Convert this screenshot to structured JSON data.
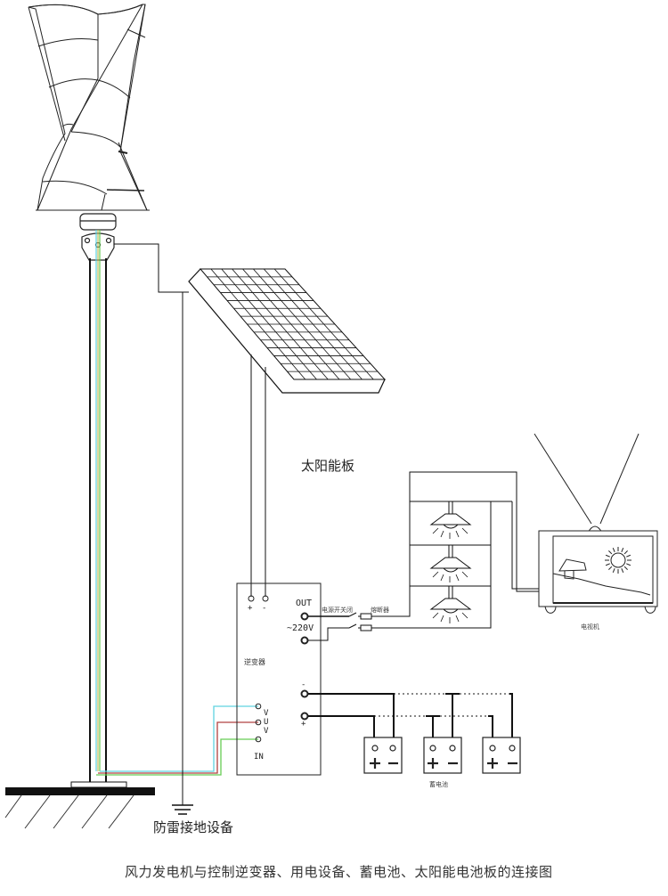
{
  "diagram": {
    "title": "风力发电机与控制逆变器、用电设备、蓄电池、太阳能电池板的连接图",
    "components": {
      "wind_turbine": {
        "type": "vertical-axis helical wind turbine on pole"
      },
      "solar_panel": {
        "label": "太阳能板"
      },
      "inverter": {
        "label": "逆变器",
        "out_label": "OUT",
        "voltage_label": "~220V",
        "in_label": "IN",
        "in_terminals": [
          "V",
          "U",
          "V"
        ],
        "solar_terminals": [
          "+",
          "-"
        ],
        "battery_terminals": [
          "-",
          "+"
        ]
      },
      "switch": {
        "label": "电源开关闭"
      },
      "fuse": {
        "label": "熔断器"
      },
      "lamps": {
        "count": 3
      },
      "tv": {
        "label": "电视机"
      },
      "batteries": {
        "label": "蓄电池",
        "count": 3,
        "terminals": [
          "+",
          "−"
        ]
      },
      "grounding": {
        "label": "防雷接地设备"
      }
    },
    "wire_colors": {
      "cyan": "#5fd3e0",
      "red": "#b04040",
      "green": "#66cc55",
      "black": "#111111"
    }
  }
}
